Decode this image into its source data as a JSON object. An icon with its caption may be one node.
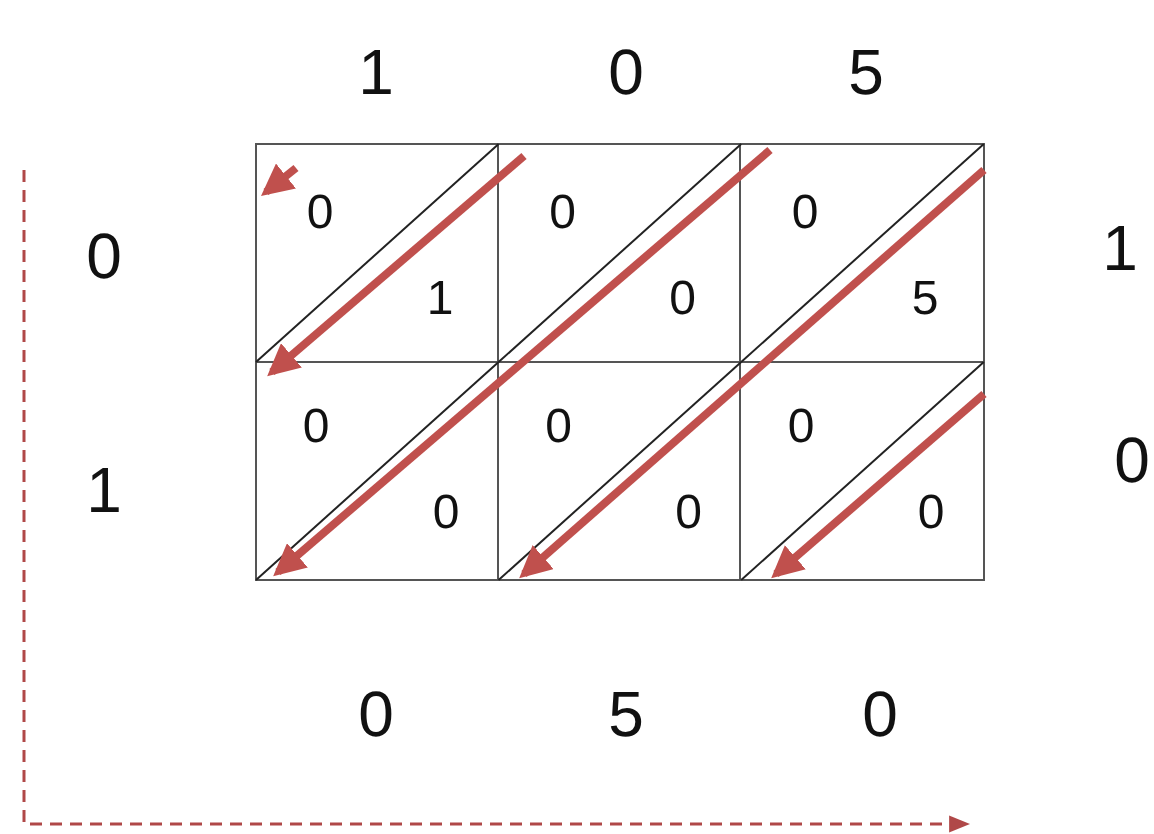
{
  "diagram": {
    "labels": [
      "1",
      "0",
      "5",
      "0",
      "0",
      "1",
      "0",
      "0",
      "0",
      "5",
      "1",
      "1",
      "0",
      "0",
      "0",
      "0",
      "0",
      "0",
      "0",
      "0",
      "5",
      "0"
    ]
  }
}
